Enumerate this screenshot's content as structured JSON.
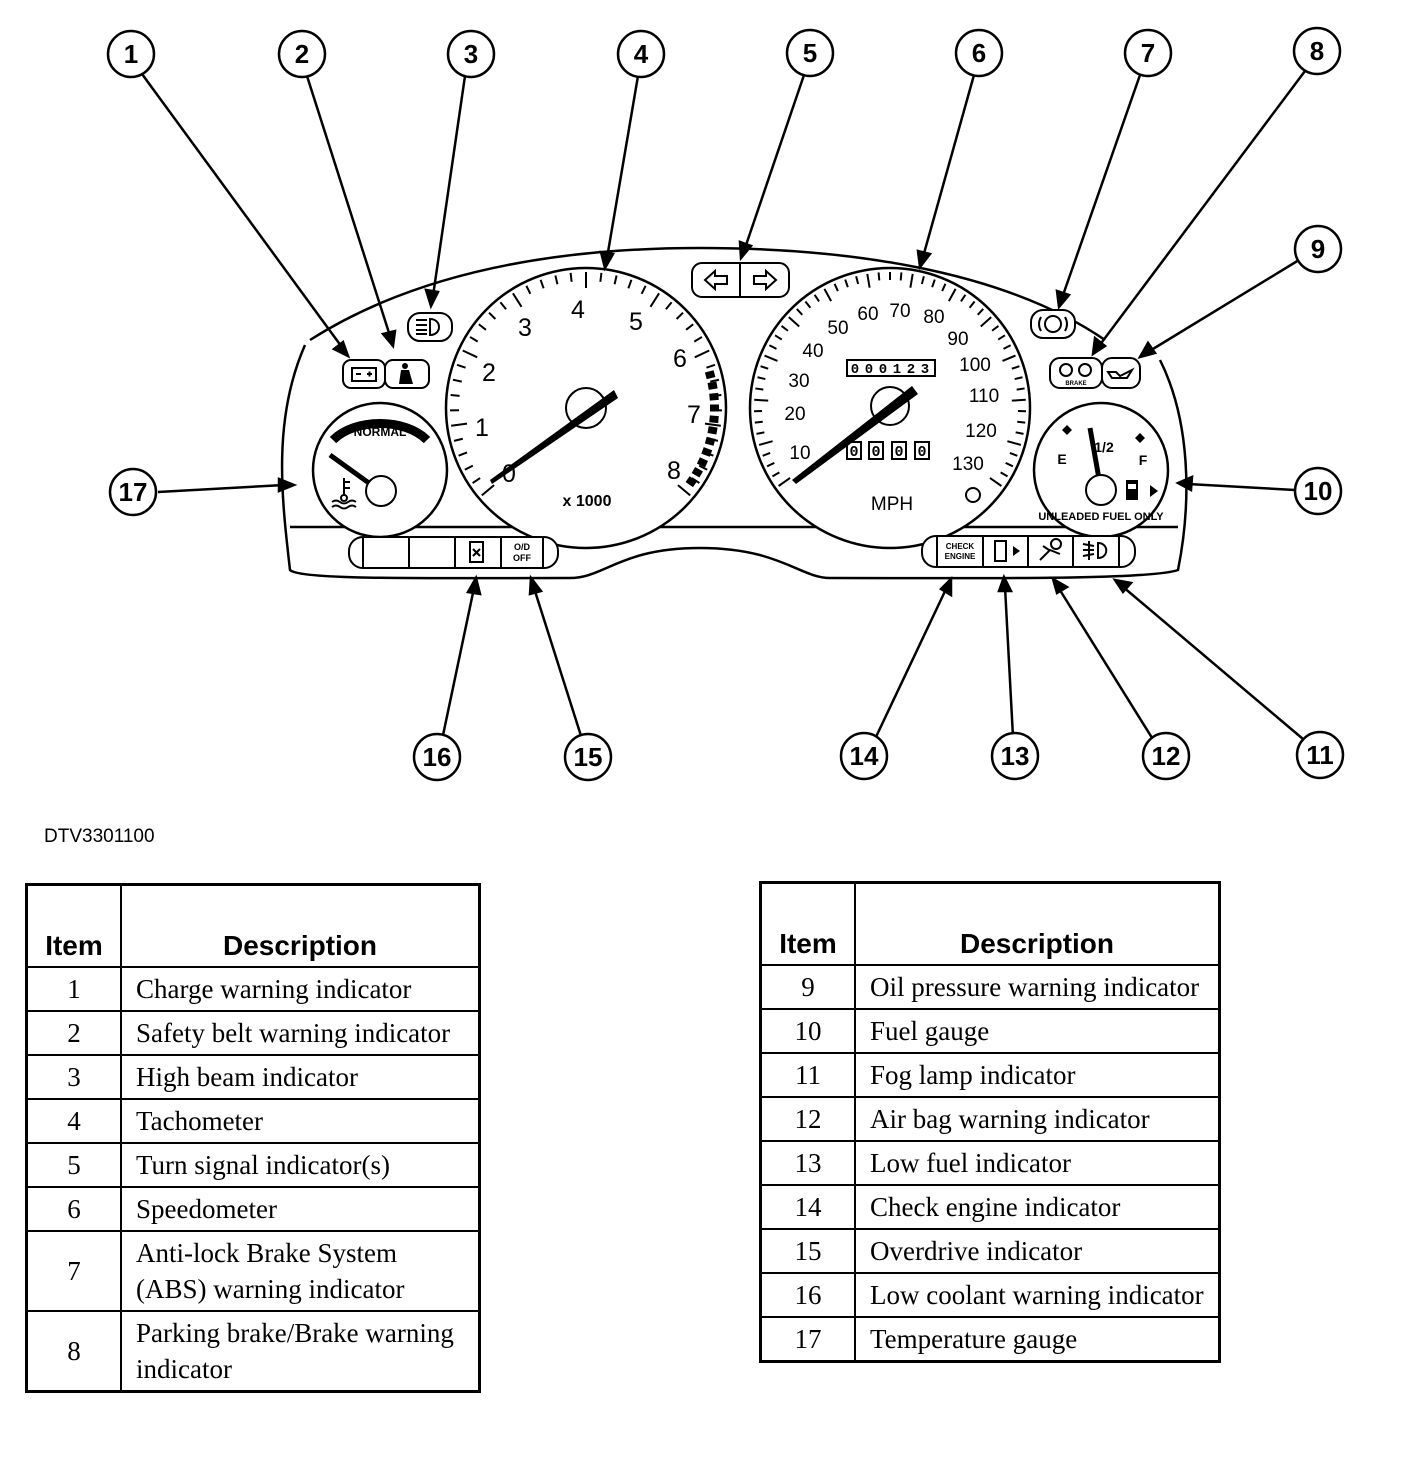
{
  "figure_code": "DTV3301100",
  "callouts": [
    "1",
    "2",
    "3",
    "4",
    "5",
    "6",
    "7",
    "8",
    "9",
    "10",
    "11",
    "12",
    "13",
    "14",
    "15",
    "16",
    "17"
  ],
  "tachometer": {
    "numbers": [
      "0",
      "1",
      "2",
      "3",
      "4",
      "5",
      "6",
      "7",
      "8"
    ],
    "unit_label": "x 1000"
  },
  "speedometer": {
    "numbers": [
      "10",
      "20",
      "30",
      "40",
      "50",
      "60",
      "70",
      "80",
      "90",
      "100",
      "110",
      "120",
      "130"
    ],
    "unit_label": "MPH",
    "odometer": [
      "0",
      "0",
      "0",
      "1",
      "2",
      "3"
    ],
    "trip": [
      "0",
      "0",
      "0",
      "0"
    ]
  },
  "temp_gauge": {
    "label": "NORMAL"
  },
  "fuel_gauge": {
    "empty": "E",
    "half": "1/2",
    "full": "F",
    "note": "UNLEADED FUEL ONLY"
  },
  "lamp_labels": {
    "od_off_line1": "O/D",
    "od_off_line2": "OFF",
    "check_engine_line1": "CHECK",
    "check_engine_line2": "ENGINE",
    "brake": "BRAKE"
  },
  "table_headers": {
    "item": "Item",
    "description": "Description"
  },
  "legend_left": [
    {
      "item": "1",
      "description": "Charge warning indicator"
    },
    {
      "item": "2",
      "description": "Safety belt warning indicator"
    },
    {
      "item": "3",
      "description": "High beam indicator"
    },
    {
      "item": "4",
      "description": "Tachometer"
    },
    {
      "item": "5",
      "description": "Turn signal indicator(s)"
    },
    {
      "item": "6",
      "description": "Speedometer"
    },
    {
      "item": "7",
      "description": "Anti-lock Brake System (ABS) warning indicator"
    },
    {
      "item": "8",
      "description": "Parking brake/Brake warning indicator"
    }
  ],
  "legend_right": [
    {
      "item": "9",
      "description": "Oil pressure warning indicator"
    },
    {
      "item": "10",
      "description": "Fuel gauge"
    },
    {
      "item": "11",
      "description": "Fog lamp indicator"
    },
    {
      "item": "12",
      "description": "Air bag warning indicator"
    },
    {
      "item": "13",
      "description": "Low fuel indicator"
    },
    {
      "item": "14",
      "description": "Check engine indicator"
    },
    {
      "item": "15",
      "description": "Overdrive indicator"
    },
    {
      "item": "16",
      "description": "Low coolant warning indicator"
    },
    {
      "item": "17",
      "description": "Temperature gauge"
    }
  ]
}
